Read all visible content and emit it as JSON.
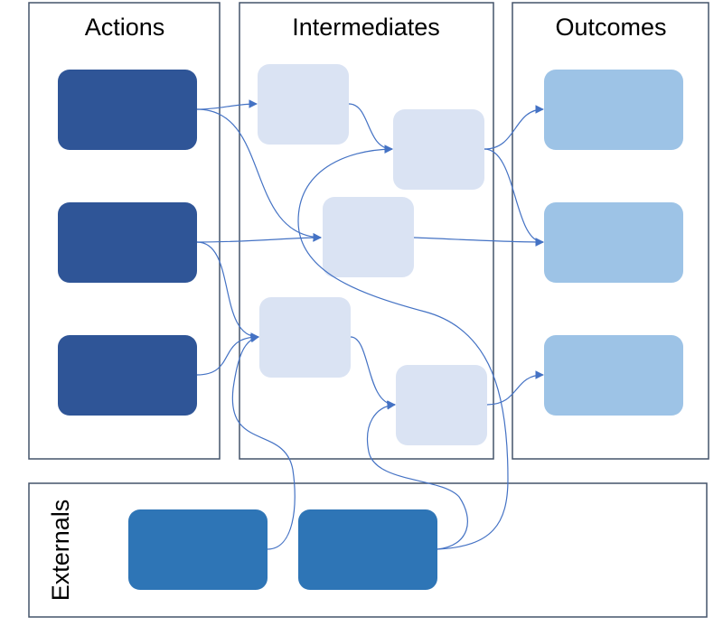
{
  "panels": {
    "actions": {
      "title": "Actions"
    },
    "intermediates": {
      "title": "Intermediates"
    },
    "outcomes": {
      "title": "Outcomes"
    },
    "externals": {
      "title": "Externals"
    }
  },
  "colors": {
    "action_box": "#2F5597",
    "intermediate_box": "#DAE3F3",
    "outcome_box": "#9DC3E6",
    "external_box": "#2E75B6",
    "connector": "#4472C4",
    "frame": "#44546A"
  }
}
